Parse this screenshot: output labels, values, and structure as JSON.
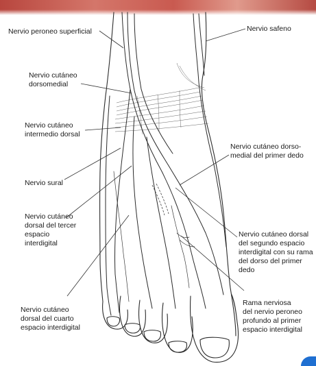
{
  "labels": {
    "peroneo_superficial": "Nervio peroneo superficial",
    "safeno": "Nervio safeno",
    "cutaneo_dorsomedial_1": "Nervio cutáneo",
    "cutaneo_dorsomedial_2": "dorsomedial",
    "cutaneo_intermedio_1": "Nervio cutáneo",
    "cutaneo_intermedio_2": "intermedio dorsal",
    "sural": "Nervio sural",
    "primer_dedo_1": "Nervio cutáneo dorso-",
    "primer_dedo_2": "medial del primer dedo",
    "tercer_espacio_1": "Nervio cutáneo",
    "tercer_espacio_2": "dorsal del tercer",
    "tercer_espacio_3": "espacio",
    "tercer_espacio_4": "interdigital",
    "segundo_espacio_1": "Nervio cutáneo dorsal",
    "segundo_espacio_2": "del segundo espacio",
    "segundo_espacio_3": "interdigital con su rama",
    "segundo_espacio_4": "del dorso del primer",
    "segundo_espacio_5": "dedo",
    "cuarto_espacio_1": "Nervio cutáneo",
    "cuarto_espacio_2": "dorsal del cuarto",
    "cuarto_espacio_3": "espacio  interdigital",
    "rama_1": "Rama nerviosa",
    "rama_2": "del nervio peroneo",
    "rama_3": "profundo al primer",
    "rama_4": "espacio interdigital"
  },
  "colors": {
    "photo_strip": "#c95a50",
    "corner_mark": "#1f6fd1",
    "line": "#2a2a2a"
  }
}
